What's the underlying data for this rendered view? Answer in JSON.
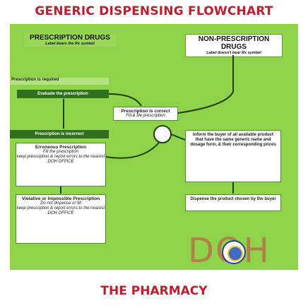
{
  "title": "GENERIC DISPENSING FLOWCHART",
  "footer": "THE PHARMACY",
  "watermark": "DOH",
  "columns": {
    "rx": {
      "heading": "PRESCRIPTION DRUGS",
      "note": "Label bears the Rx symbol"
    },
    "nonrx": {
      "heading": "NON-PRESCRIPTION DRUGS",
      "note": "Label doesn't bear Rx symbol"
    }
  },
  "steps": {
    "required": "Prescription is required",
    "evaluate": "Evaluate the prescription",
    "correct_title": "Prescription is correct",
    "correct_note": "Fill & file prescription",
    "incorrect": "Prescription is incorrect",
    "erroneous_title": "Erroneous Prescription",
    "erroneous_note1": "Fill the prescription",
    "erroneous_note2": "keep prescription & report errors to the nearest DOH OFFICE",
    "violative_title": "Violative or Impossible Prescription",
    "violative_note1": "Do not dispense or fill",
    "violative_note2": "keep prescription & report errors to the nearest DOH OFFICE"
  },
  "nonrx_steps": {
    "inform": "Inform the buyer of all available product that have the same generic name and dosage form, & their corresponding prices",
    "dispense": "Dispense the product chosen by the buyer"
  },
  "colors": {
    "title": "#c01c2c",
    "panel": "#8fd34b",
    "dark": "#2f6f1e"
  }
}
